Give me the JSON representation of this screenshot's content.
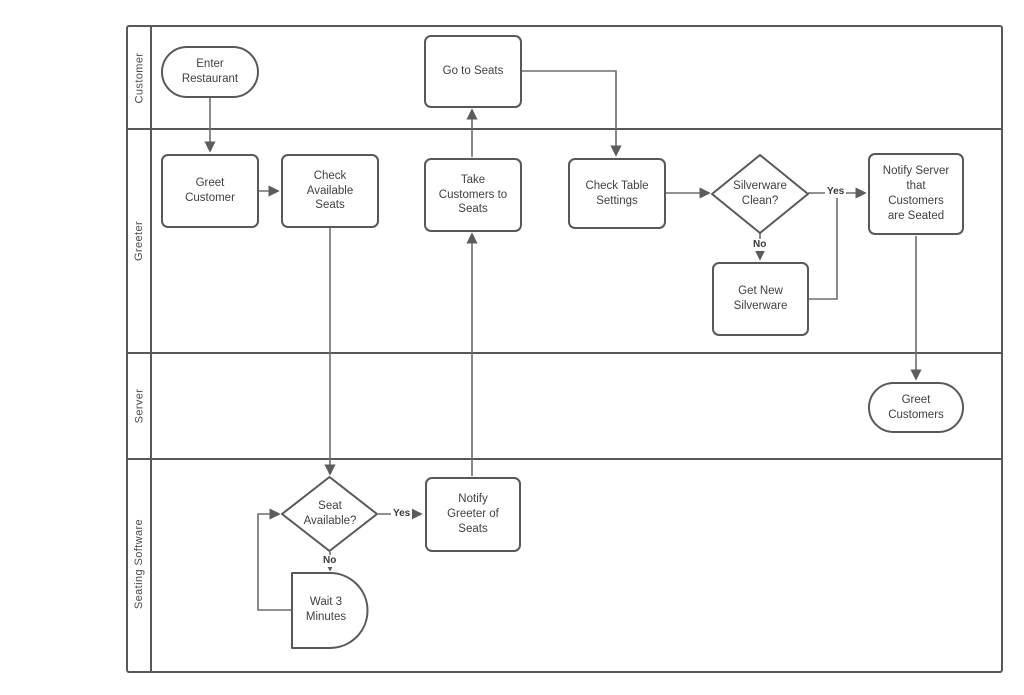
{
  "colors": {
    "border": "#585858",
    "line": "#6e6e6e",
    "node_fill": "#ffffff",
    "text": "#414141",
    "background": "#ffffff"
  },
  "lanes": [
    {
      "label": "Customer"
    },
    {
      "label": "Greeter"
    },
    {
      "label": "Server"
    },
    {
      "label": "Seating Software"
    }
  ],
  "nodes": [
    {
      "id": "enter-restaurant",
      "type": "terminator",
      "lane": "Customer",
      "label": "Enter Restaurant"
    },
    {
      "id": "go-to-seats",
      "type": "process",
      "lane": "Customer",
      "label": "Go to Seats"
    },
    {
      "id": "greet-customer",
      "type": "process",
      "lane": "Greeter",
      "label": "Greet Customer"
    },
    {
      "id": "check-available-seats",
      "type": "process",
      "lane": "Greeter",
      "label": "Check Available Seats"
    },
    {
      "id": "take-customers-to-seats",
      "type": "process",
      "lane": "Greeter",
      "label": "Take Customers to Seats"
    },
    {
      "id": "check-table-settings",
      "type": "process",
      "lane": "Greeter",
      "label": "Check Table Settings"
    },
    {
      "id": "silverware-clean",
      "type": "decision",
      "lane": "Greeter",
      "label": "Silverware Clean?"
    },
    {
      "id": "notify-server-that-customers-are-seated",
      "type": "process",
      "lane": "Greeter",
      "label": "Notify Server that Customers are Seated"
    },
    {
      "id": "get-new-silverware",
      "type": "process",
      "lane": "Greeter",
      "label": "Get New Silverware"
    },
    {
      "id": "greet-customers",
      "type": "terminator",
      "lane": "Server",
      "label": "Greet Customers"
    },
    {
      "id": "seat-available",
      "type": "decision",
      "lane": "Seating Software",
      "label": "Seat Available?"
    },
    {
      "id": "notify-greeter-of-seats",
      "type": "process",
      "lane": "Seating Software",
      "label": "Notify Greeter of Seats"
    },
    {
      "id": "wait-3-minutes",
      "type": "delay",
      "lane": "Seating Software",
      "label": "Wait 3 Minutes"
    }
  ],
  "edges": [
    {
      "from": "enter-restaurant",
      "to": "greet-customer",
      "label": ""
    },
    {
      "from": "greet-customer",
      "to": "check-available-seats",
      "label": ""
    },
    {
      "from": "check-available-seats",
      "to": "seat-available",
      "label": ""
    },
    {
      "from": "seat-available",
      "to": "notify-greeter-of-seats",
      "label": "Yes"
    },
    {
      "from": "seat-available",
      "to": "wait-3-minutes",
      "label": "No"
    },
    {
      "from": "wait-3-minutes",
      "to": "seat-available",
      "label": ""
    },
    {
      "from": "notify-greeter-of-seats",
      "to": "take-customers-to-seats",
      "label": ""
    },
    {
      "from": "take-customers-to-seats",
      "to": "go-to-seats",
      "label": ""
    },
    {
      "from": "go-to-seats",
      "to": "check-table-settings",
      "label": ""
    },
    {
      "from": "check-table-settings",
      "to": "silverware-clean",
      "label": ""
    },
    {
      "from": "silverware-clean",
      "to": "notify-server-that-customers-are-seated",
      "label": "Yes"
    },
    {
      "from": "silverware-clean",
      "to": "get-new-silverware",
      "label": "No"
    },
    {
      "from": "get-new-silverware",
      "to": "notify-server-that-customers-are-seated",
      "label": ""
    },
    {
      "from": "notify-server-that-customers-are-seated",
      "to": "greet-customers",
      "label": ""
    }
  ]
}
